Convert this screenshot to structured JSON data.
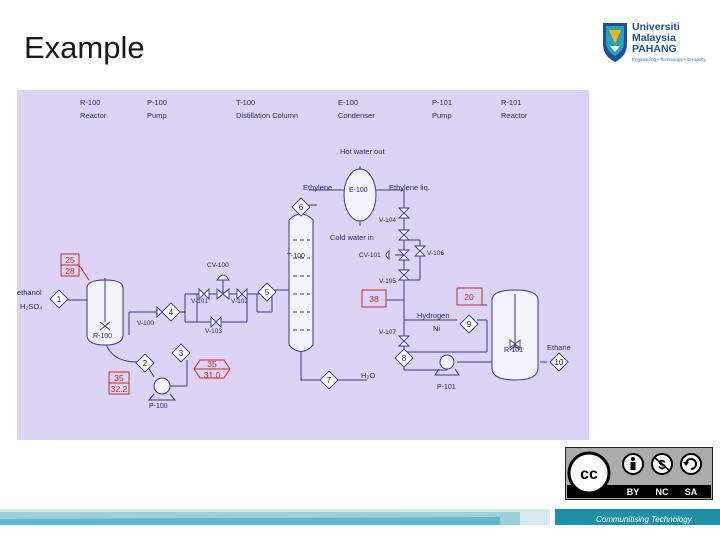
{
  "slide": {
    "title": "Example"
  },
  "logo": {
    "name_lines": [
      "Universiti",
      "Malaysia",
      "PAHANG"
    ],
    "tagline": "Engineering • Technology • Creativity",
    "colors": {
      "blue": "#1f4e9a",
      "teal": "#2aa0b8",
      "gold": "#e7b416"
    }
  },
  "diagram": {
    "legend": [
      {
        "tag": "R-100",
        "name": "Reactor"
      },
      {
        "tag": "P-100",
        "name": "Pump"
      },
      {
        "tag": "T-100",
        "name": "Distillation Column"
      },
      {
        "tag": "E-100",
        "name": "Condenser"
      },
      {
        "tag": "P-101",
        "name": "Pump"
      },
      {
        "tag": "R-101",
        "name": "Reactor"
      }
    ],
    "labels": {
      "hot_water_out": "Hot water out",
      "ethylene": "Ethylene",
      "e100": "E-100",
      "ethylene_liq": "Ethylene liq.",
      "cold_water_in": "Cold water in",
      "v104": "V-104",
      "cv101": "CV-101",
      "v106": "V-106",
      "v105": "V-105",
      "t100": "T-100",
      "cv100": "CV-100",
      "v101": "V-101",
      "v102": "V-102",
      "v103": "V-103",
      "v100": "V-100",
      "r100": "R-100",
      "p100": "P-100",
      "ethanol": "ethanol",
      "h2so4": "H₂SO₄",
      "hydrogen": "Hydrogen",
      "ni": "Ni",
      "v107": "V-107",
      "h2o": "H₂O",
      "p101": "P-101",
      "r101": "R-101",
      "ethane": "Ethane"
    },
    "streams": [
      "1",
      "2",
      "3",
      "4",
      "5",
      "6",
      "7",
      "8",
      "9",
      "10"
    ],
    "conditions": {
      "r100_temp": "25",
      "r100_pres": "28",
      "p100_temp": "35",
      "p100_pres": "32.2",
      "s3_temp": "35",
      "s3_pres": "31.0",
      "v107_temp": "38",
      "s9_temp": "20"
    },
    "colors": {
      "background": "#dcd3f5",
      "line": "#3a3a8a",
      "condition": "#c0302b"
    }
  },
  "license": {
    "badges": [
      "BY",
      "NC",
      "SA"
    ],
    "cc": "cc"
  },
  "footer": {
    "motto": "Communitising Technology",
    "colors": {
      "teal": "#1f8fa6",
      "light": "#5fb8c8"
    }
  }
}
